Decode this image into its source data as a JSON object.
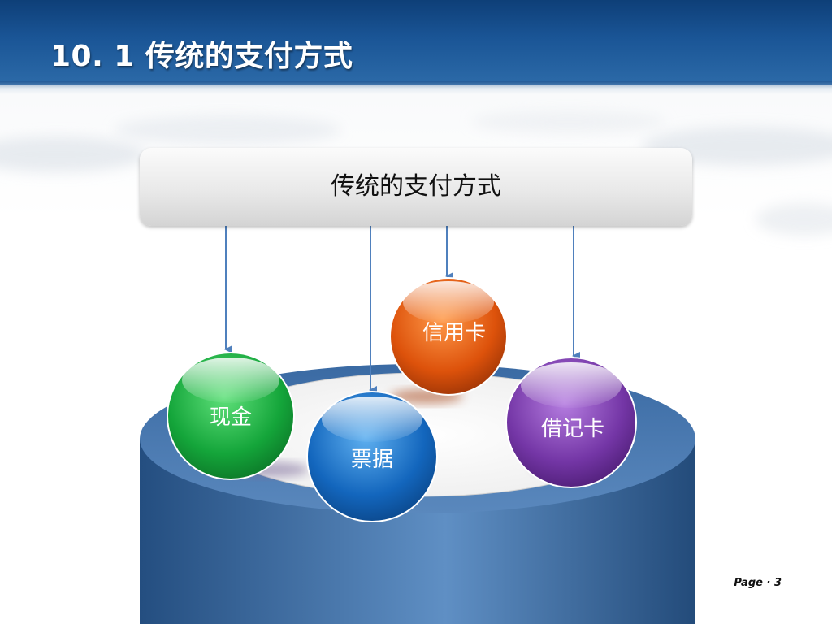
{
  "slide": {
    "title": "10. 1  传统的支付方式",
    "page_label": "Page · 3"
  },
  "diagram": {
    "root": {
      "label": "传统的支付方式"
    },
    "nodes": [
      {
        "id": "cash",
        "label": "现金",
        "color": "#1aa83a"
      },
      {
        "id": "bill",
        "label": "票据",
        "color": "#1b6fc2"
      },
      {
        "id": "credit-card",
        "label": "信用卡",
        "color": "#e05a10"
      },
      {
        "id": "debit-card",
        "label": "借记卡",
        "color": "#7b3ba6"
      }
    ]
  },
  "colors": {
    "header": "#1a5596",
    "connector": "#4f80bd",
    "cylinder": "#3e6fa6"
  }
}
